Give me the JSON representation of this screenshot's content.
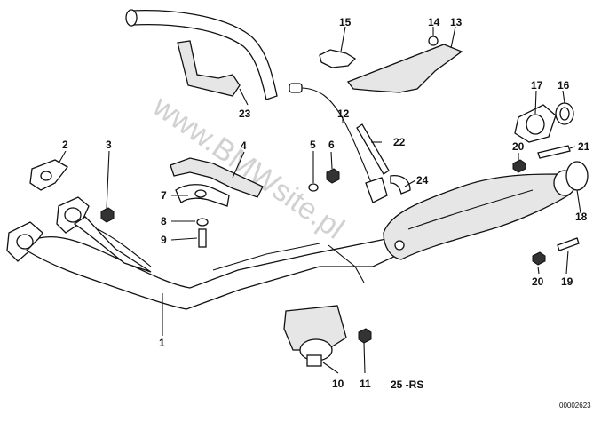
{
  "diagram": {
    "callouts": [
      {
        "id": "c1",
        "label": "1"
      },
      {
        "id": "c2",
        "label": "2"
      },
      {
        "id": "c3",
        "label": "3"
      },
      {
        "id": "c4",
        "label": "4"
      },
      {
        "id": "c5",
        "label": "5"
      },
      {
        "id": "c6",
        "label": "6"
      },
      {
        "id": "c7",
        "label": "7"
      },
      {
        "id": "c8",
        "label": "8"
      },
      {
        "id": "c9",
        "label": "9"
      },
      {
        "id": "c10",
        "label": "10"
      },
      {
        "id": "c11",
        "label": "11"
      },
      {
        "id": "c12",
        "label": "12"
      },
      {
        "id": "c13",
        "label": "13"
      },
      {
        "id": "c14",
        "label": "14"
      },
      {
        "id": "c15",
        "label": "15"
      },
      {
        "id": "c16",
        "label": "16"
      },
      {
        "id": "c17",
        "label": "17"
      },
      {
        "id": "c18",
        "label": "18"
      },
      {
        "id": "c19",
        "label": "19"
      },
      {
        "id": "c20a",
        "label": "20"
      },
      {
        "id": "c20b",
        "label": "20"
      },
      {
        "id": "c21",
        "label": "21"
      },
      {
        "id": "c22",
        "label": "22"
      },
      {
        "id": "c23",
        "label": "23"
      },
      {
        "id": "c24",
        "label": "24"
      }
    ],
    "reference_code": "25 -RS",
    "document_number": "00002623",
    "watermark": "www.BMWsite.pl"
  }
}
